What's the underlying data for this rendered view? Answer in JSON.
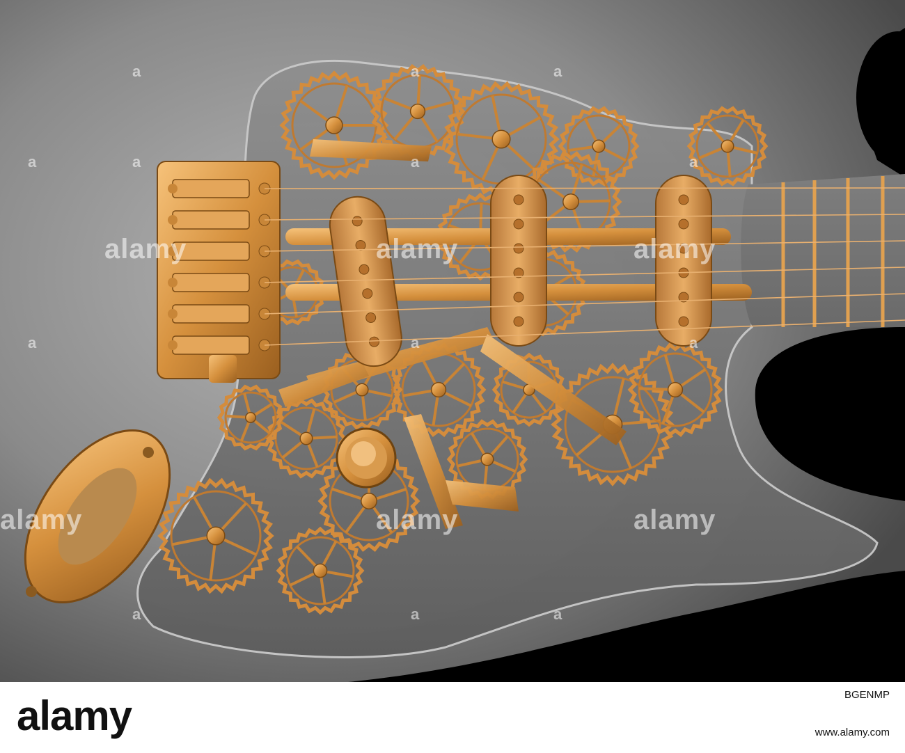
{
  "watermark": {
    "brand": "alamy",
    "mark": "a"
  },
  "footer": {
    "logo": "alamy",
    "image_id": "BGENMP",
    "url": "www.alamy.com"
  },
  "colors": {
    "background": "#000000",
    "body_gray": "#7a7a7a",
    "gold": "#c98a3a",
    "gold_light": "#f0b870",
    "footer_bg": "#ffffff"
  }
}
